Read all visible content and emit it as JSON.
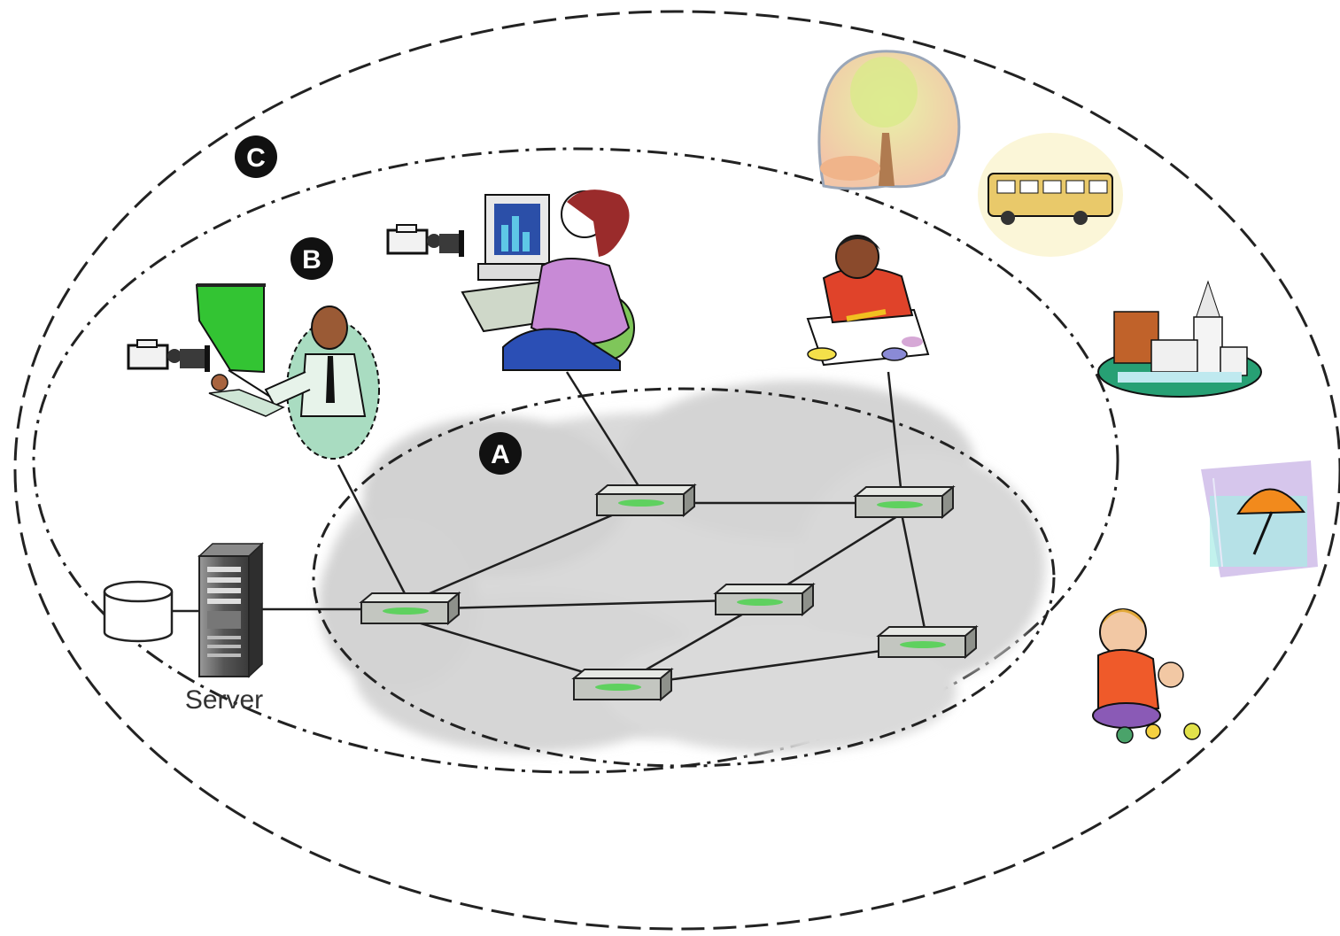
{
  "zones": {
    "a": {
      "label": "A"
    },
    "b": {
      "label": "B"
    },
    "c": {
      "label": "C"
    }
  },
  "server": {
    "label": "Server"
  },
  "colors": {
    "cloud": "#d6d6d6",
    "boundary": "#222222",
    "link": "#222222",
    "router_body": "#c8cbc6",
    "router_led": "#5fd15f",
    "label_badge": "#111111"
  },
  "icons": {
    "zone_a": "network-cloud-icon",
    "server": "server-tower-icon",
    "database": "database-cylinder-icon",
    "router": "router-icon",
    "camera": "video-camera-icon",
    "presenter": "presenter-icon",
    "office_worker": "computer-user-icon",
    "student": "student-writing-icon",
    "tree": "tree-icon",
    "bus": "school-bus-icon",
    "town": "town-buildings-icon",
    "weather": "umbrella-rain-icon",
    "child": "child-playing-icon"
  }
}
